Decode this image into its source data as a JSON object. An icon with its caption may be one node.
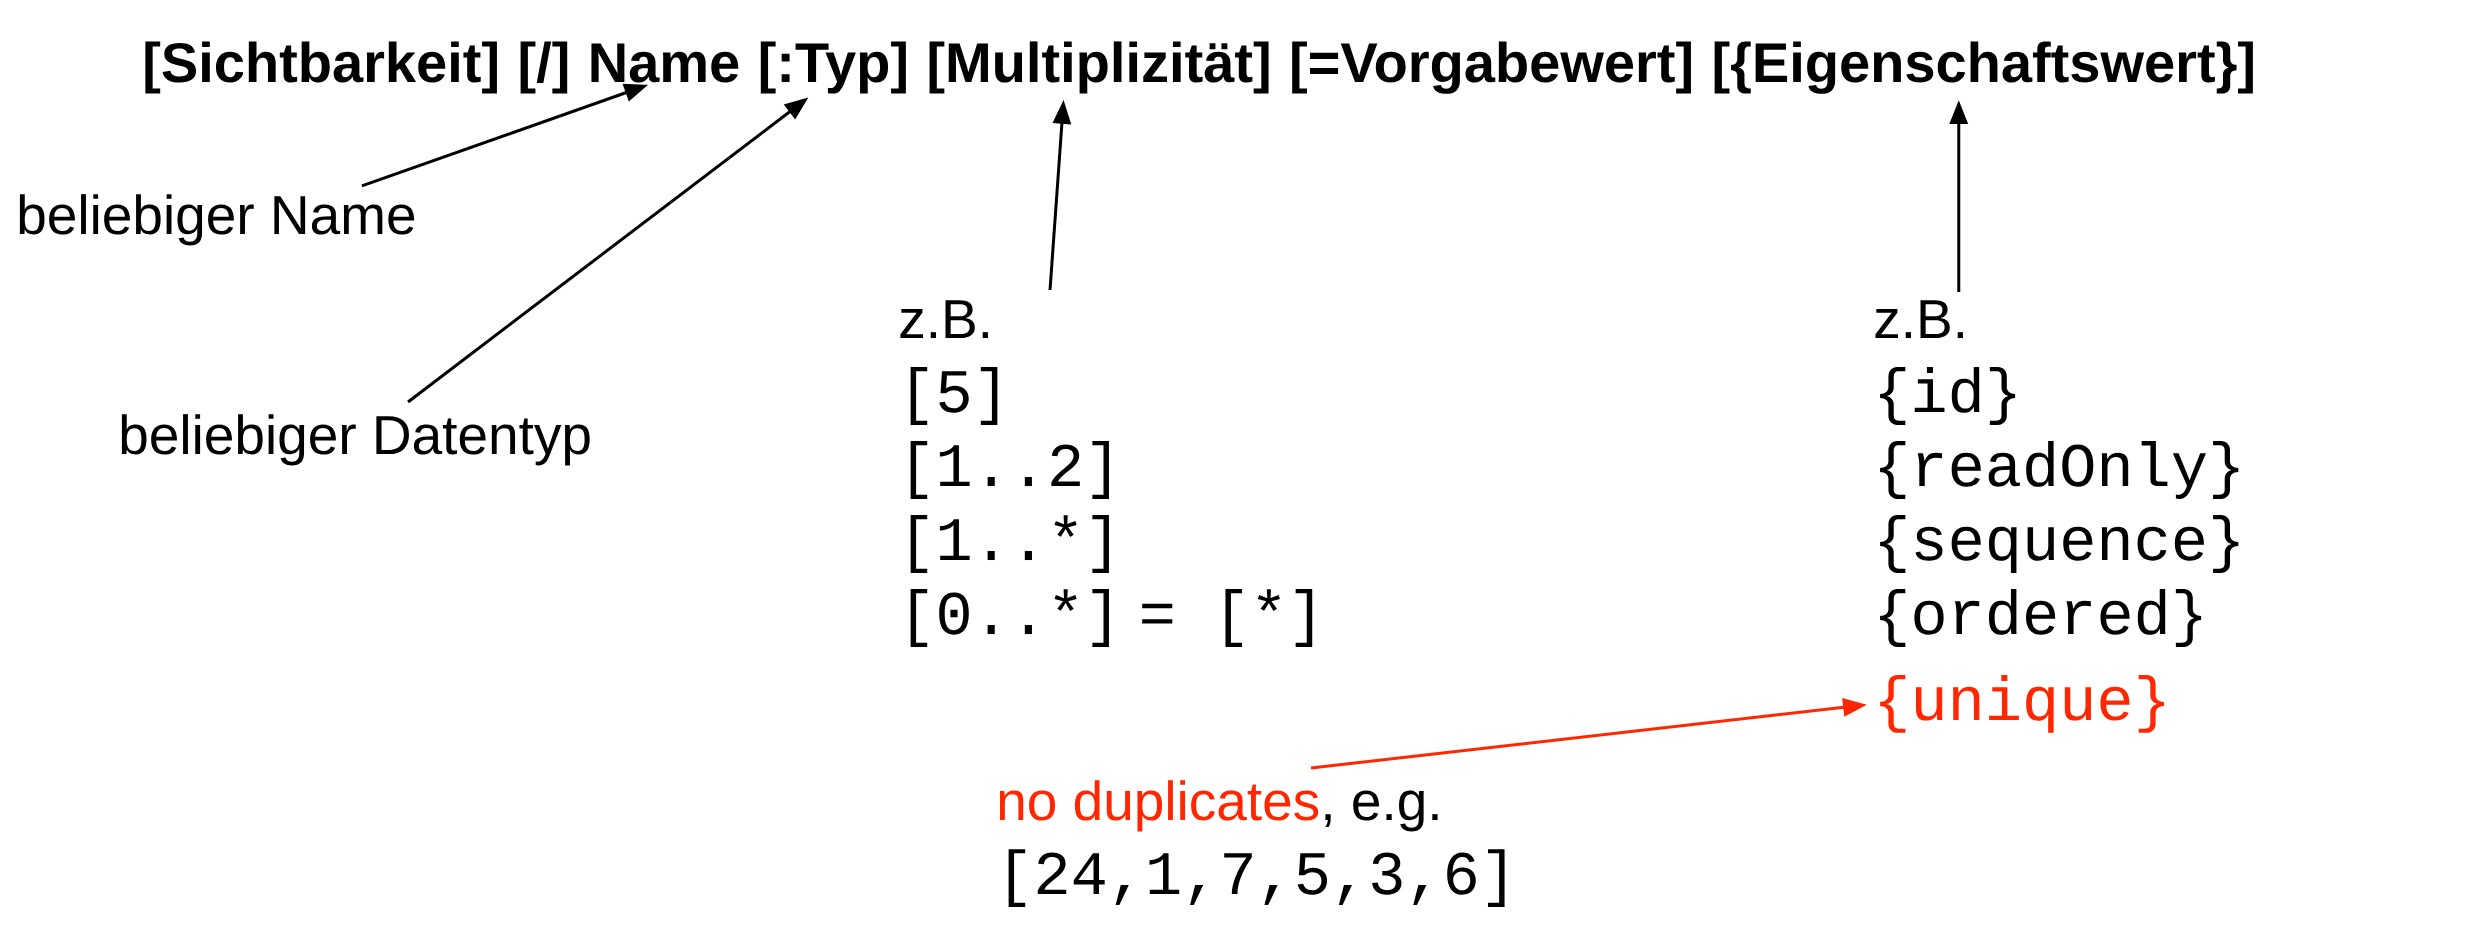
{
  "diagram": {
    "nodes": [
      {
        "text": [
          "[Sichtbarkeit]"
        ]
      },
      {
        "text": [
          "[/]"
        ]
      },
      {
        "text": [
          "Name"
        ]
      },
      {
        "text": [
          "[:Typ]"
        ]
      },
      {
        "text": [
          "[Multiplizität]"
        ]
      },
      {
        "text": [
          "[=Vorgabewert]"
        ]
      },
      {
        "text": [
          "[{Eigenschaftswert}]"
        ]
      },
      {
        "text": [
          "beliebiger Name"
        ]
      },
      {
        "text": [
          "beliebiger Datentyp"
        ]
      },
      {
        "text": [
          "z.B.",
          "[5]",
          "[1..2]",
          "[1..*]",
          "[0..*]",
          "= [*]"
        ]
      },
      {
        "text": [
          "z.B.",
          "{id}",
          "{readOnly}",
          "{sequence}",
          "{ordered}"
        ]
      },
      {
        "text": [
          "{unique}"
        ]
      },
      {
        "text": [
          "no duplicates",
          ", e.g.",
          "[24,1,7,5,3,6]"
        ]
      }
    ],
    "edges": [
      {
        "from": 7,
        "to": 2,
        "arrow": "to"
      },
      {
        "from": 8,
        "to": 3,
        "arrow": "to"
      },
      {
        "from": 9,
        "to": 4,
        "arrow": "to"
      },
      {
        "from": 10,
        "to": 6,
        "arrow": "to"
      },
      {
        "from": 12,
        "to": 11,
        "arrow": "to",
        "color": "#ff2600"
      }
    ]
  }
}
